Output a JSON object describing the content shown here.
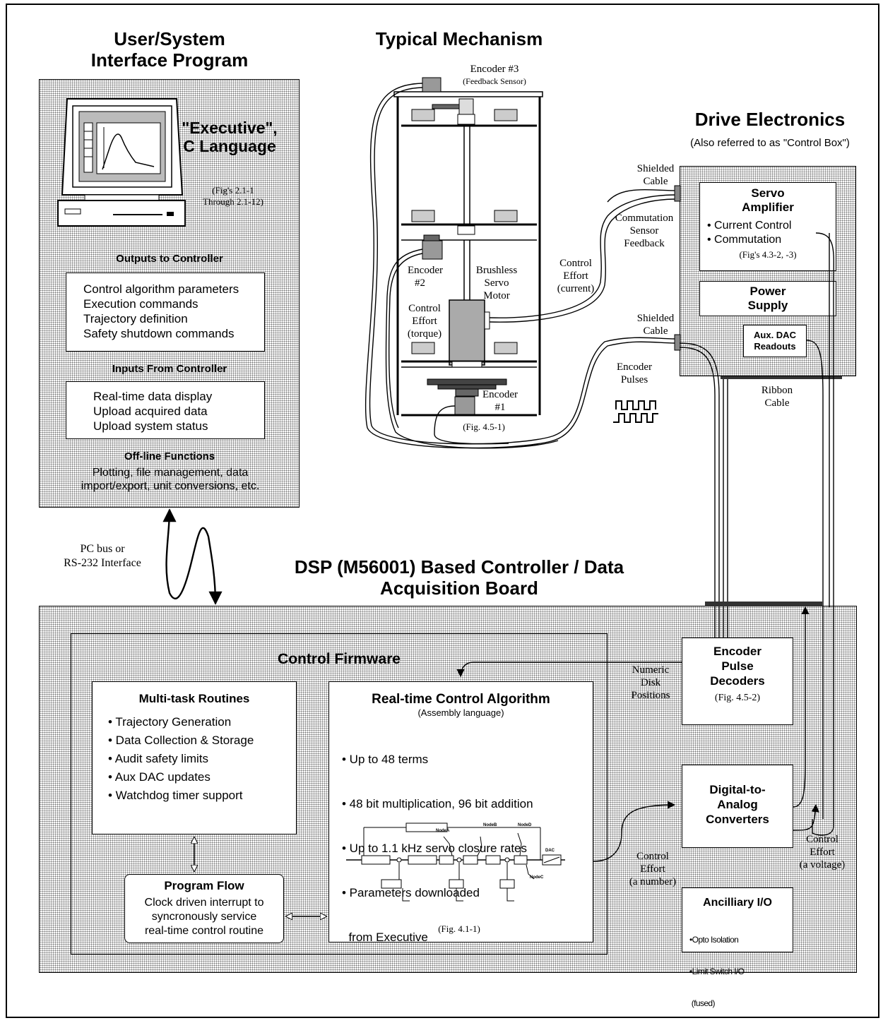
{
  "titles": {
    "user_system": [
      "User/System",
      "Interface Program"
    ],
    "typical_mechanism": "Typical Mechanism",
    "drive_electronics": "Drive Electronics",
    "drive_note": "(Also referred to as \"Control Box\")",
    "dsp": [
      "DSP (M56001) Based Controller / Data",
      "Acquisition Board"
    ]
  },
  "executive": {
    "title": [
      "\"Executive\",",
      "C Language"
    ],
    "figs": [
      "(Fig's 2.1-1",
      "Through 2.1-12)"
    ],
    "outputs_heading": "Outputs to Controller",
    "outputs": [
      "Control algorithm parameters",
      "Execution commands",
      "Trajectory definition",
      "Safety shutdown commands"
    ],
    "inputs_heading": "Inputs From Controller",
    "inputs": [
      "Real-time data display",
      "Upload acquired data",
      "Upload system status"
    ],
    "offline_heading": "Off-line Functions",
    "offline": [
      "Plotting, file management, data",
      "import/export, unit conversions, etc."
    ]
  },
  "link": {
    "pc_bus": [
      "PC bus or",
      "RS-232 Interface"
    ]
  },
  "mechanism": {
    "encoder3": "Encoder #3",
    "feedback_sensor": "(Feedback Sensor)",
    "encoder2": [
      "Encoder",
      "#2"
    ],
    "motor": [
      "Brushless",
      "Servo",
      "Motor"
    ],
    "control_effort_torque": [
      "Control",
      "Effort",
      "(torque)"
    ],
    "encoder1": [
      "Encoder",
      "#1"
    ],
    "fig": "(Fig. 4.5-1)",
    "control_effort_current": [
      "Control",
      "Effort",
      "(current)"
    ],
    "commutation": [
      "Commutation",
      "Sensor",
      "Feedback"
    ],
    "shielded_cable_1": [
      "Shielded",
      "Cable"
    ],
    "shielded_cable_2": [
      "Shielded",
      "Cable"
    ],
    "encoder_pulses": [
      "Encoder",
      "Pulses"
    ],
    "ribbon_cable": [
      "Ribbon",
      "Cable"
    ]
  },
  "drive": {
    "servo_title": [
      "Servo",
      "Amplifier"
    ],
    "servo_items": [
      "• Current Control",
      "• Commutation"
    ],
    "servo_figs": "(Fig's 4.3-2, -3)",
    "power_supply": [
      "Power",
      "Supply"
    ],
    "aux_dac": [
      "Aux. DAC",
      "Readouts"
    ]
  },
  "board": {
    "control_firmware": "Control Firmware",
    "multitask_title": "Multi-task Routines",
    "multitask_items": [
      "• Trajectory Generation",
      "• Data Collection & Storage",
      "• Audit safety limits",
      "• Aux DAC updates",
      "• Watchdog timer support"
    ],
    "program_flow_title": "Program Flow",
    "program_flow_text": [
      "Clock driven interrupt to",
      "syncronously service",
      "real-time control routine"
    ],
    "rtca_title": "Real-time Control Algorithm",
    "rtca_sub": "(Assembly language)",
    "rtca_items": [
      "• Up to 48 terms",
      "• 48 bit multiplication, 96 bit addition",
      "• Up to 1.1 kHz servo closure rates",
      "• Parameters downloaded",
      "  from Executive"
    ],
    "rtca_fig": "(Fig. 4.1-1)",
    "block_labels": {
      "node_a": "NodeA",
      "node_b": "NodeB",
      "node_d": "NodeD",
      "node_c": "NodeC",
      "dac": "DAC"
    },
    "numeric_disk": [
      "Numeric",
      "Disk",
      "Positions"
    ],
    "encoder_decoders": [
      "Encoder",
      "Pulse",
      "Decoders"
    ],
    "encoder_decoders_fig": "(Fig. 4.5-2)",
    "dac_converters": [
      "Digital-to-",
      "Analog",
      "Converters"
    ],
    "control_effort_number": [
      "Control",
      "Effort",
      "(a number)"
    ],
    "control_effort_voltage": [
      "Control",
      "Effort",
      "(a voltage)"
    ],
    "ancillary_title": "Ancilliary I/O",
    "ancillary_items": [
      "•Opto Isolation",
      "•Limit Switch I/O",
      " (fused)"
    ]
  }
}
